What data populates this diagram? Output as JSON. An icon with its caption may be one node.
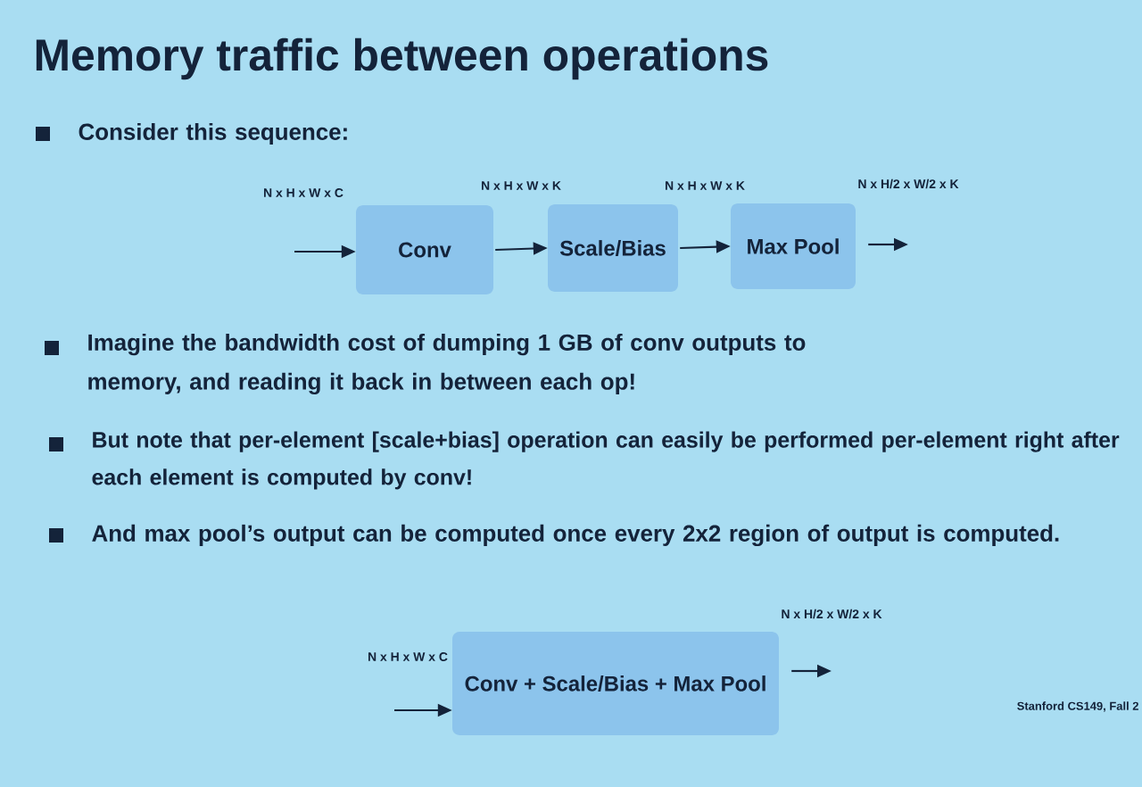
{
  "diagram": {
    "title": "Memory traffic between operations",
    "nodes": [
      {
        "text": [
          "Conv"
        ]
      },
      {
        "text": [
          "Scale/Bias"
        ]
      },
      {
        "text": [
          "Max Pool"
        ]
      },
      {
        "text": [
          "Conv + Scale/Bias + Max Pool"
        ]
      }
    ],
    "edges": [
      {
        "from": null,
        "to": 0,
        "arrow": "to",
        "label": "N x H x W x C"
      },
      {
        "from": 0,
        "to": 1,
        "arrow": "to",
        "label": "N x H x W x K"
      },
      {
        "from": 1,
        "to": 2,
        "arrow": "to",
        "label": "N x H x W x K"
      },
      {
        "from": 2,
        "to": null,
        "arrow": "to",
        "label": "N x H/2 x W/2 x K"
      },
      {
        "from": null,
        "to": 3,
        "arrow": "to",
        "label": "N x H x W x C"
      },
      {
        "from": 3,
        "to": null,
        "arrow": "to",
        "label": "N x H/2 x W/2 x K"
      }
    ],
    "labels": [
      "Consider this sequence:",
      "Imagine the bandwidth cost of dumping 1 GB of conv outputs to memory, and reading it back in between each op!",
      "But note that per-element [scale+bias] operation can easily be performed per-element right after each element is computed by conv!",
      "And max pool’s output can be computed once every 2x2 region of output is computed.",
      "Stanford CS149, Fall 2"
    ]
  }
}
